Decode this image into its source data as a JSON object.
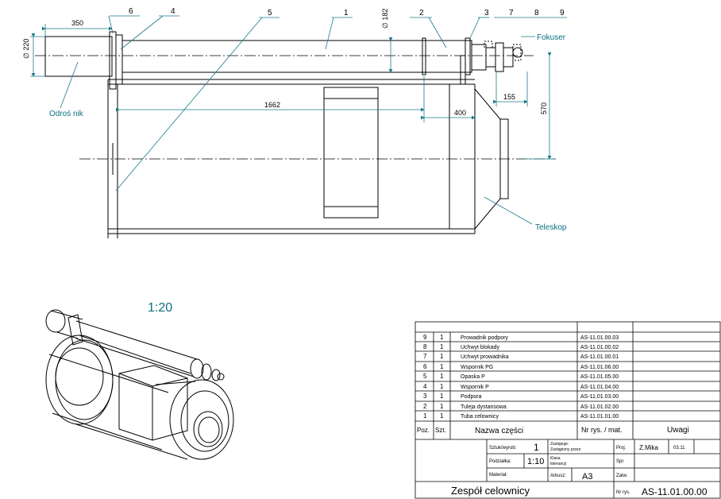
{
  "drawing": {
    "dims": {
      "d350": "350",
      "d220": "∅ 220",
      "d182": "∅ 182",
      "d1662": "1662",
      "d400": "400",
      "d155": "155",
      "d570": "570"
    },
    "balloons": [
      "1",
      "2",
      "3",
      "4",
      "5",
      "6",
      "7",
      "8",
      "9"
    ],
    "labels": {
      "odrosnik": "Odroś nik",
      "fokuser": "Fokuser",
      "teleskop": "Teleskop"
    },
    "iso_scale": "1:20"
  },
  "parts_list": {
    "rows": [
      {
        "poz": "9",
        "szt": "1",
        "nazwa": "Prowadnik podpory",
        "nr": "AS-11.01.00.03"
      },
      {
        "poz": "8",
        "szt": "1",
        "nazwa": "Uchwyt blokady",
        "nr": "AS-11.01.00.02"
      },
      {
        "poz": "7",
        "szt": "1",
        "nazwa": "Uchwyt prowadnika",
        "nr": "AS-11.01.00.01"
      },
      {
        "poz": "6",
        "szt": "1",
        "nazwa": "Wspornik PG",
        "nr": "AS-11.01.06.00"
      },
      {
        "poz": "5",
        "szt": "1",
        "nazwa": "Opaska P",
        "nr": "AS-11.01.05.00"
      },
      {
        "poz": "4",
        "szt": "1",
        "nazwa": "Wspornik P",
        "nr": "AS-11.01.04.00"
      },
      {
        "poz": "3",
        "szt": "1",
        "nazwa": "Podpora",
        "nr": "AS-11.01.03.00"
      },
      {
        "poz": "2",
        "szt": "1",
        "nazwa": "Tuleja dystansowa",
        "nr": "AS-11.01.02.00"
      },
      {
        "poz": "1",
        "szt": "1",
        "nazwa": "Tuba celownicy",
        "nr": "AS-11.01.01.00"
      }
    ],
    "header": {
      "poz": "Poz.",
      "szt": "Szt.",
      "nazwa": "Nazwa części",
      "nr": "Nr rys. / mat.",
      "uwagi": "Uwagi"
    }
  },
  "title_block": {
    "szt_label": "Sztuk/wyrob:",
    "szt_value": "1",
    "zastepuje": "Zastępuje:",
    "zastepiony": "Zastąpiony przez:",
    "proj_label": "Proj.",
    "proj_name": "Z.Mika",
    "proj_date": "03.11",
    "podzialka_label": "Podziałka:",
    "podzialka_value": "1:10",
    "klasa_label": "Klasa",
    "klasa_label2": "tolerancji",
    "spr_label": "Spr.",
    "material_label": "Materiał:",
    "arkusz_label": "Arkusz:",
    "arkusz_value": "A3",
    "zatw_label": "Zatw.",
    "title": "Zespół celownicy",
    "nr_rys_label": "Nr rys.",
    "nr_rys_value": "AS-11.01.00.00"
  }
}
